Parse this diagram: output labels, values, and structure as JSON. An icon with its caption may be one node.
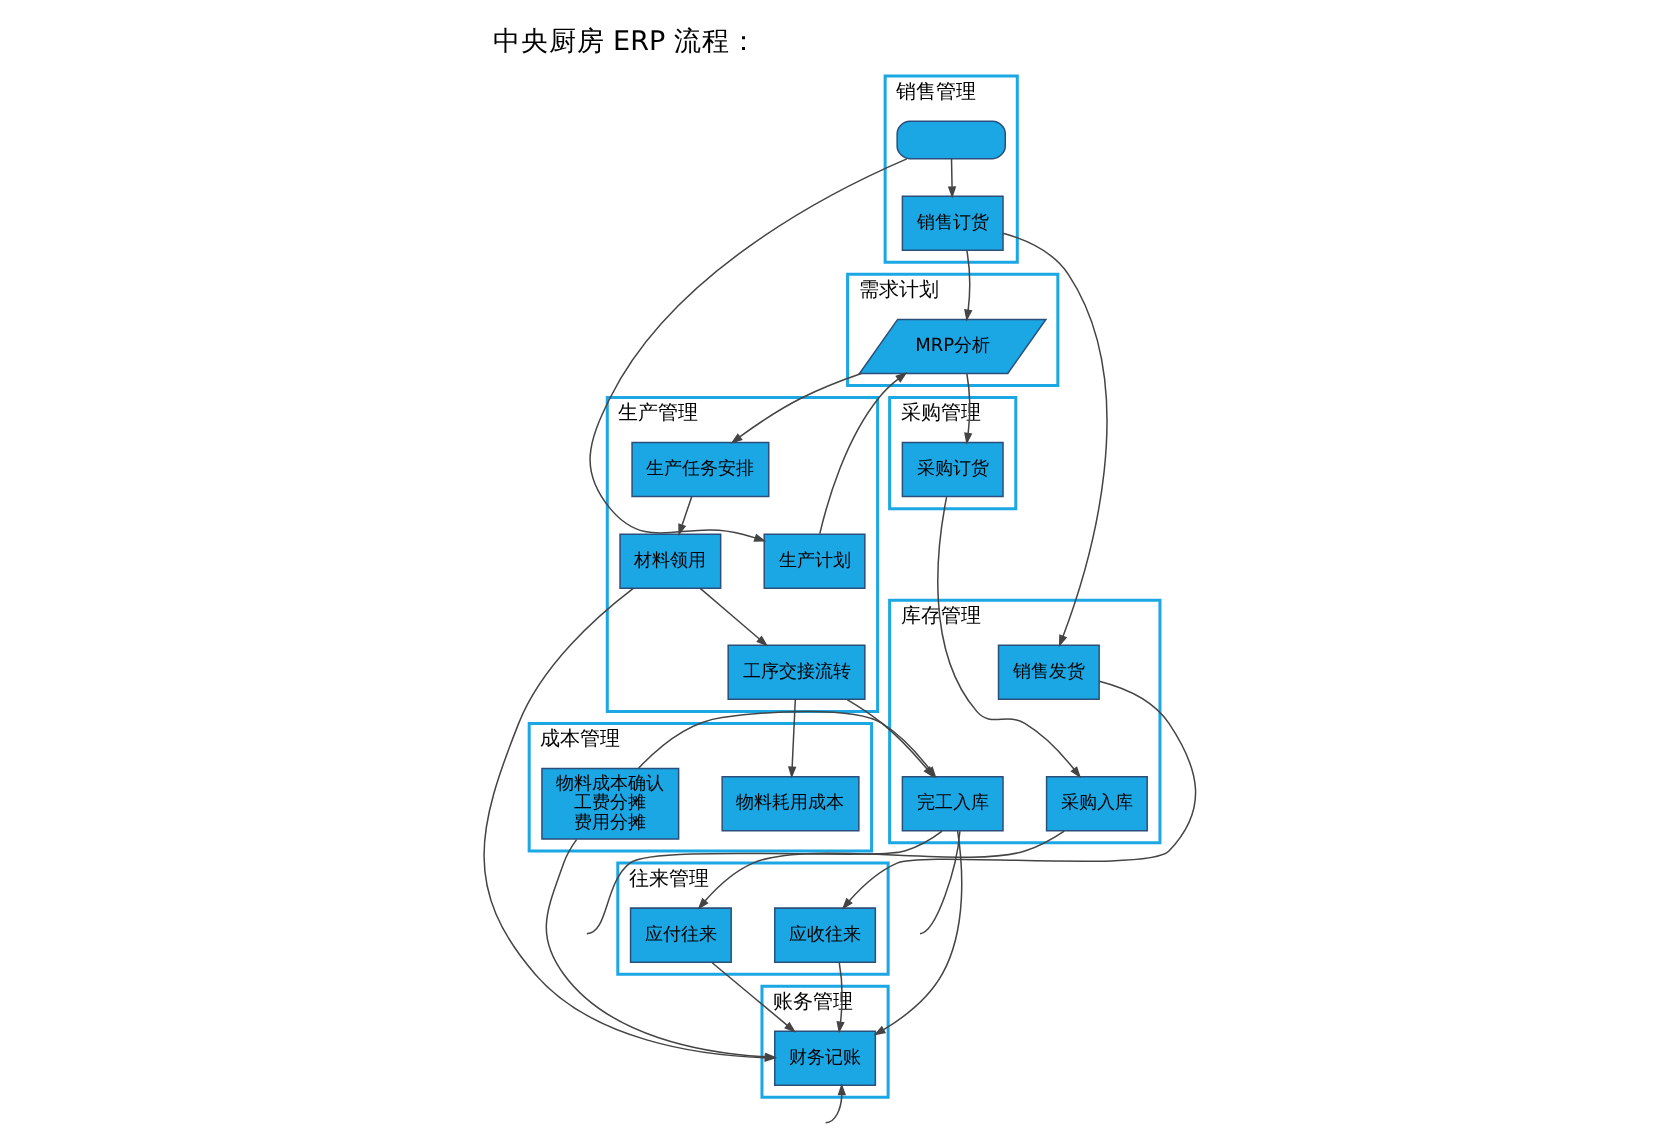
{
  "diagram": {
    "title": "中央厨房 ERP 流程：",
    "nodes": [
      {
        "text": [
          "销售管理"
        ]
      },
      {
        "text": [],
        "shape": "oval",
        "in": 0
      },
      {
        "text": [
          "销售订货"
        ],
        "in": 0
      },
      {
        "text": [
          "需求计划"
        ]
      },
      {
        "text": [
          "MRP分析"
        ],
        "in": 3
      },
      {
        "text": [
          "采购管理"
        ]
      },
      {
        "text": [
          "采购订货"
        ],
        "in": 5
      },
      {
        "text": [
          "生产管理"
        ]
      },
      {
        "text": [
          "生产计划"
        ],
        "in": 7
      },
      {
        "text": [
          "生产任务安排"
        ],
        "in": 7
      },
      {
        "text": [
          "材料领用"
        ],
        "in": 7
      },
      {
        "text": [
          "工序交接流转"
        ],
        "in": 7
      },
      {
        "text": [
          "库存管理"
        ]
      },
      {
        "text": [
          "采购入库"
        ],
        "in": 12
      },
      {
        "text": [
          "完工入库"
        ],
        "in": 12
      },
      {
        "text": [
          "销售发货"
        ],
        "in": 12
      },
      {
        "text": [
          "成本管理"
        ]
      },
      {
        "text": [
          "物料耗用成本"
        ],
        "in": 16
      },
      {
        "text": [
          "物料成本确认",
          "工费分摊",
          "费用分摊"
        ],
        "in": 16
      },
      {
        "text": [
          "往来管理"
        ]
      },
      {
        "text": [
          "应付往来"
        ],
        "in": 19
      },
      {
        "text": [
          "应收往来"
        ],
        "in": 19
      },
      {
        "text": [
          "账务管理"
        ]
      },
      {
        "text": [
          "财务记账"
        ],
        "in": 22
      }
    ],
    "edges": [
      {
        "from": 1,
        "to": 2,
        "arrow": "to"
      },
      {
        "from": 1,
        "to": 8,
        "arrow": "to"
      },
      {
        "from": 2,
        "to": 4,
        "arrow": "to"
      },
      {
        "from": 2,
        "to": 15,
        "arrow": "to"
      },
      {
        "from": 8,
        "to": 4,
        "arrow": "to"
      },
      {
        "from": 4,
        "to": 6,
        "arrow": "to"
      },
      {
        "from": 4,
        "to": 9,
        "arrow": "to"
      },
      {
        "from": 9,
        "to": 10,
        "arrow": "to"
      },
      {
        "from": 10,
        "to": 11,
        "arrow": "to"
      },
      {
        "from": 6,
        "to": 13,
        "arrow": "to"
      },
      {
        "from": 10,
        "to": 23,
        "arrow": "to"
      },
      {
        "from": 11,
        "to": 14,
        "arrow": "to"
      },
      {
        "from": 11,
        "to": 17,
        "arrow": "to"
      },
      {
        "from": 18,
        "to": 14,
        "arrow": "to"
      },
      {
        "from": 15,
        "to": 21,
        "arrow": "to"
      },
      {
        "from": 13,
        "to": 20,
        "arrow": "to"
      },
      {
        "from": 20,
        "to": 23,
        "arrow": "to"
      },
      {
        "from": 14,
        "to": 23,
        "arrow": "to"
      },
      {
        "from": 18,
        "to": 23,
        "arrow": "to"
      },
      {
        "from": 21,
        "to": 23,
        "arrow": "to"
      },
      {
        "from": null,
        "to": 14,
        "arrow": "none"
      },
      {
        "from": null,
        "to": 14,
        "arrow": "none"
      },
      {
        "from": null,
        "to": 23,
        "arrow": "to"
      }
    ]
  }
}
